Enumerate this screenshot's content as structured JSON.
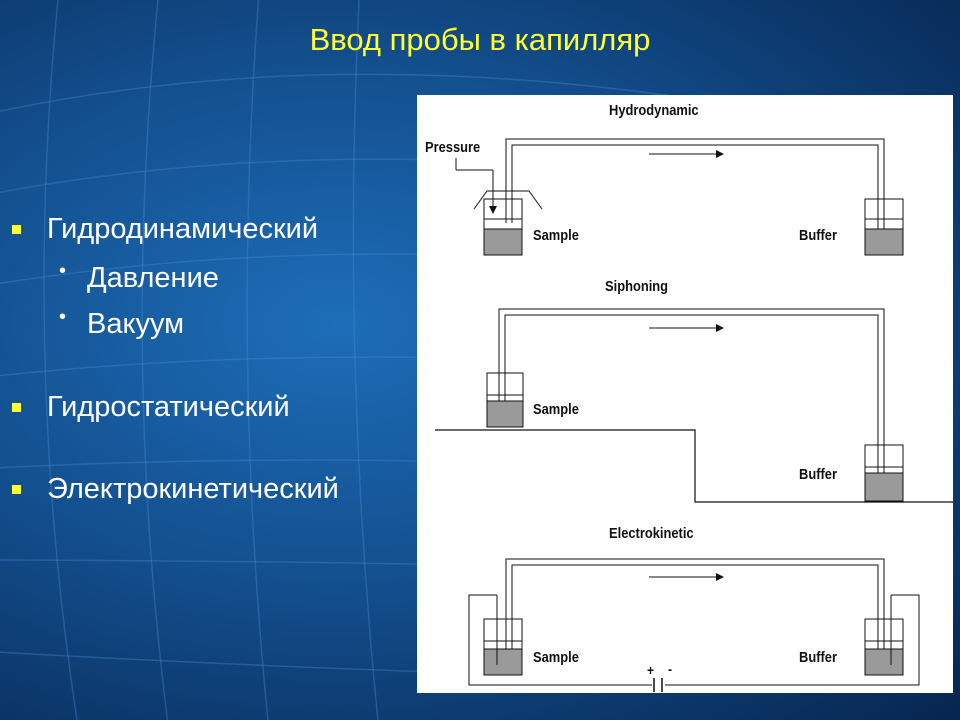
{
  "slide": {
    "title": "Ввод пробы в капилляр",
    "bullets": [
      {
        "text": "Гидродинамический",
        "subitems": [
          "Давление",
          "Вакуум"
        ]
      },
      {
        "text": "Гидростатический"
      },
      {
        "text": "Электрокинетический"
      }
    ]
  },
  "diagram": {
    "panels": [
      {
        "title": "Hydrodynamic",
        "pressure_label": "Pressure",
        "sample_label": "Sample",
        "buffer_label": "Buffer"
      },
      {
        "title": "Siphoning",
        "sample_label": "Sample",
        "buffer_label": "Buffer"
      },
      {
        "title": "Electrokinetic",
        "sample_label": "Sample",
        "buffer_label": "Buffer",
        "plus_label": "+",
        "minus_label": "-"
      }
    ]
  },
  "colors": {
    "title": "#ffff33",
    "text": "#ffffff",
    "liquid": "#9a9a9a",
    "background": "#13508f"
  }
}
